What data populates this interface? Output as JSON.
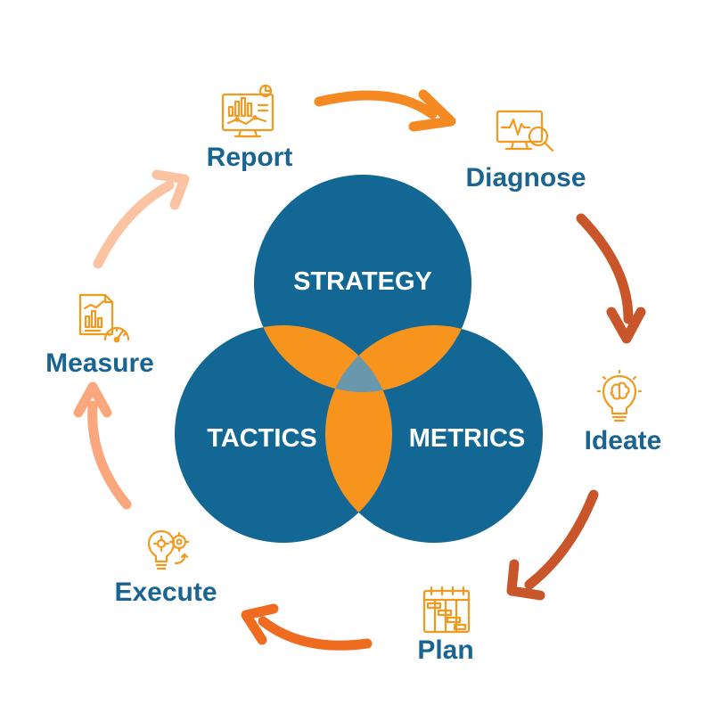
{
  "colors": {
    "circle_blue": "#136794",
    "overlap_orange": "#f7941d",
    "center_gray": "#6a97ab",
    "label_blue": "#1a6492",
    "icon_orange": "#f39a1e"
  },
  "venn": {
    "top": "STRATEGY",
    "left": "TACTICS",
    "right": "METRICS"
  },
  "cycle": {
    "steps": [
      "Report",
      "Diagnose",
      "Ideate",
      "Plan",
      "Execute",
      "Measure"
    ],
    "icons": [
      "dashboard-report-icon",
      "monitor-search-icon",
      "lightbulb-brain-icon",
      "calendar-gantt-icon",
      "lightbulb-gear-icon",
      "report-gauge-icon"
    ],
    "arrow_colors": [
      "#f58a23",
      "#c9552a",
      "#c9552a",
      "#ef6b1f",
      "#fba77e",
      "#fbc3a1"
    ]
  }
}
